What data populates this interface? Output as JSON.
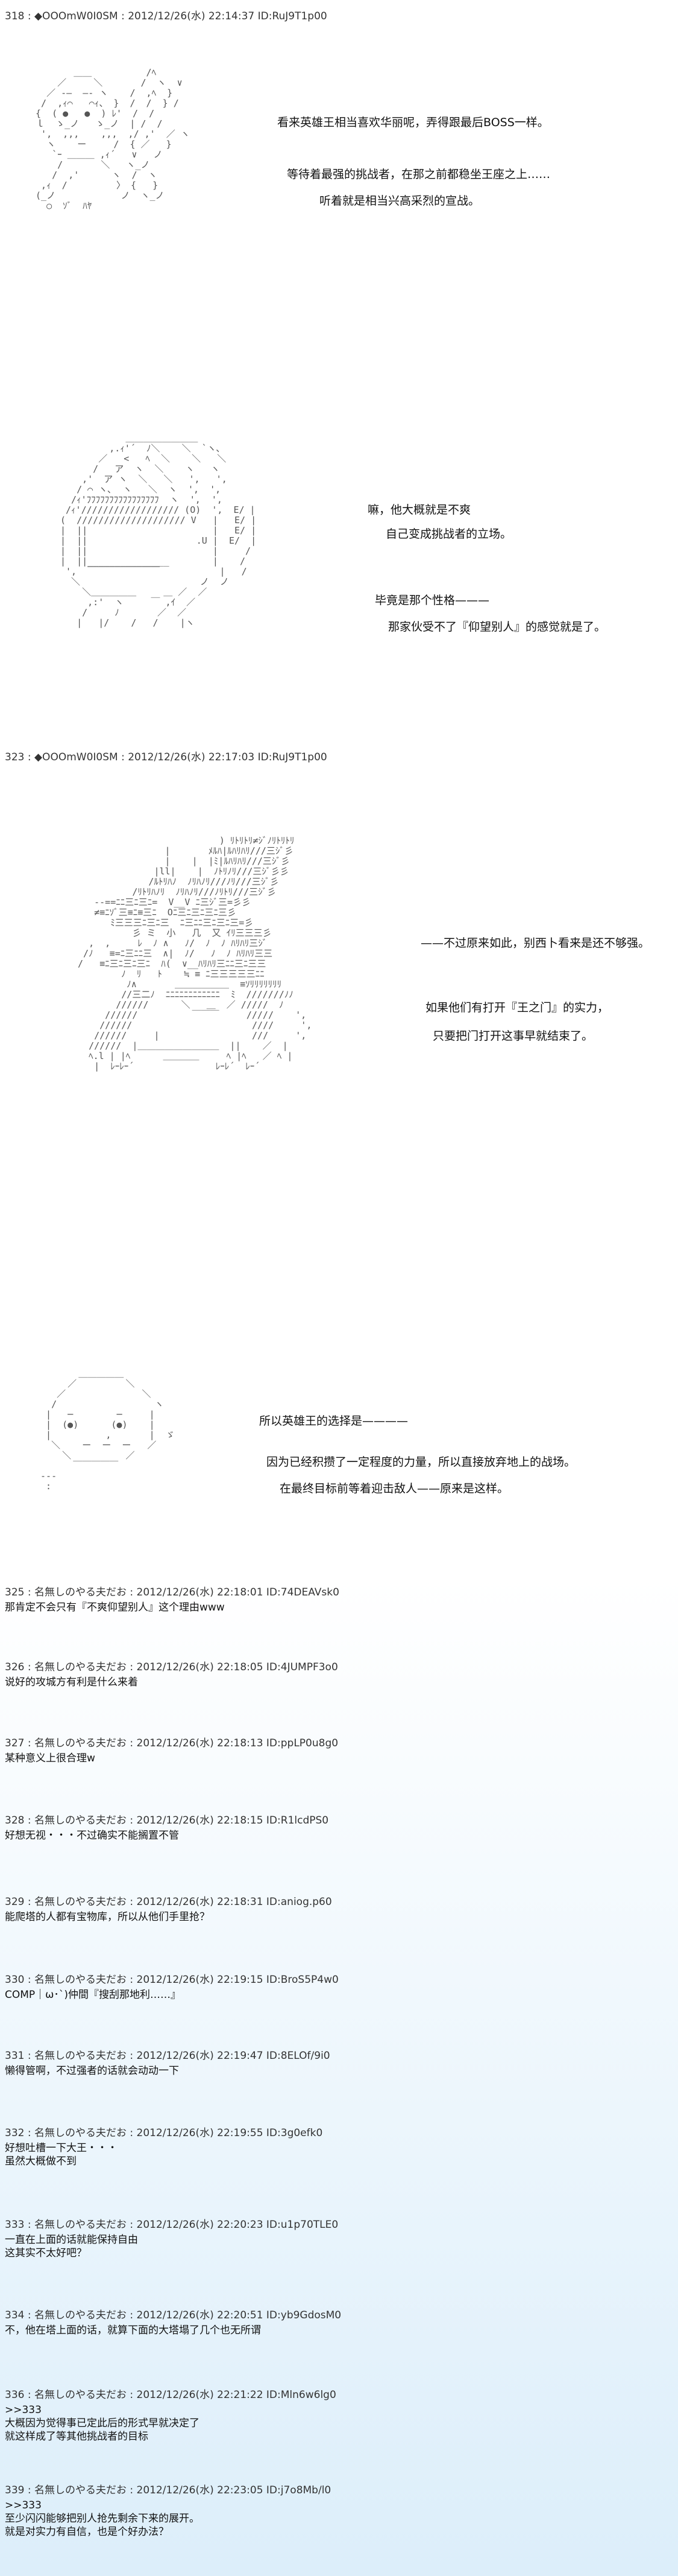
{
  "posts": [
    {
      "header": "318 : ◆OOOmW0I0SM : 2012/12/26(水) 22:14:37 ID:RuJ9T1p00",
      "panels": [
        {
          "lines": [
            "看来英雄王相当喜欢华丽呢，弄得跟最后BOSS一样。",
            "等待着最强的挑战者，在那之前都稳坐王座之上……",
            "听着就是相当兴高采烈的宣战。"
          ]
        },
        {
          "lines": [
            "嘛，他大概就是不爽",
            "自己变成挑战者的立场。",
            "毕竟是那个性格———",
            "那家伙受不了『仰望别人』的感觉就是了。"
          ]
        }
      ]
    },
    {
      "header": "323 : ◆OOOmW0I0SM : 2012/12/26(水) 22:17:03 ID:RuJ9T1p00",
      "panels": [
        {
          "lines": [
            "——不过原来如此，别西卜看来是还不够强。",
            "如果他们有打开『王之门』的实力，",
            "只要把门打开这事早就结束了。"
          ]
        },
        {
          "lines": [
            "所以英雄王的选择是————",
            "因为已经积攒了一定程度的力量，所以直接放弃地上的战场。",
            "在最终目标前等着迎击敌人——原来是这样。"
          ]
        }
      ]
    }
  ],
  "comments": [
    {
      "header": "325 : 名無しのやる夫だお : 2012/12/26(水) 22:18:01 ID:74DEAVsk0",
      "body": "那肯定不会只有『不爽仰望别人』这个理由www"
    },
    {
      "header": "326 : 名無しのやる夫だお : 2012/12/26(水) 22:18:05 ID:4JUMPF3o0",
      "body": "说好的攻城方有利是什么来着"
    },
    {
      "header": "327 : 名無しのやる夫だお : 2012/12/26(水) 22:18:13 ID:ppLP0u8g0",
      "body": "某种意义上很合理w"
    },
    {
      "header": "328 : 名無しのやる夫だお : 2012/12/26(水) 22:18:15 ID:R1lcdPS0",
      "body": "好想无视・・・不过确实不能搁置不管"
    },
    {
      "header": "329 : 名無しのやる夫だお : 2012/12/26(水) 22:18:31 ID:aniog.p60",
      "body": "能爬塔的人都有宝物库，所以从他们手里抢？"
    },
    {
      "header": "330 : 名無しのやる夫だお : 2012/12/26(水) 22:19:15 ID:BroS5P4w0",
      "body": "COMP｜ω･`)仲間『搜刮那地利……』"
    },
    {
      "header": "331 : 名無しのやる夫だお : 2012/12/26(水) 22:19:47 ID:8ELOf/9i0",
      "body": "懒得管啊，不过强者的话就会动动一下"
    },
    {
      "header": "332 : 名無しのやる夫だお : 2012/12/26(水) 22:19:55 ID:3g0efk0",
      "body": "好想吐槽一下大王・・・\n虽然大概做不到"
    },
    {
      "header": "333 : 名無しのやる夫だお : 2012/12/26(水) 22:20:23 ID:u1p70TLE0",
      "body": "一直在上面的话就能保持自由\n这其实不太好吧？"
    },
    {
      "header": "334 : 名無しのやる夫だお : 2012/12/26(水) 22:20:51 ID:yb9GdosM0",
      "body": "不，他在塔上面的话，就算下面的大塔塌了几个也无所谓"
    },
    {
      "header": "336 : 名無しのやる夫だお : 2012/12/26(水) 22:21:22 ID:Mln6w6lg0",
      "body": ">>333\n大概因为觉得事已定此后的形式早就决定了\n就这样成了等其他挑战者的目标"
    },
    {
      "header": "339 : 名無しのやる夫だお : 2012/12/26(水) 22:23:05 ID:j7o8Mb/l0",
      "body": ">>333\n至少闪闪能够把别人抢先剩余下来的展开。\n就是对实力有自信，也是个好办法？"
    }
  ]
}
